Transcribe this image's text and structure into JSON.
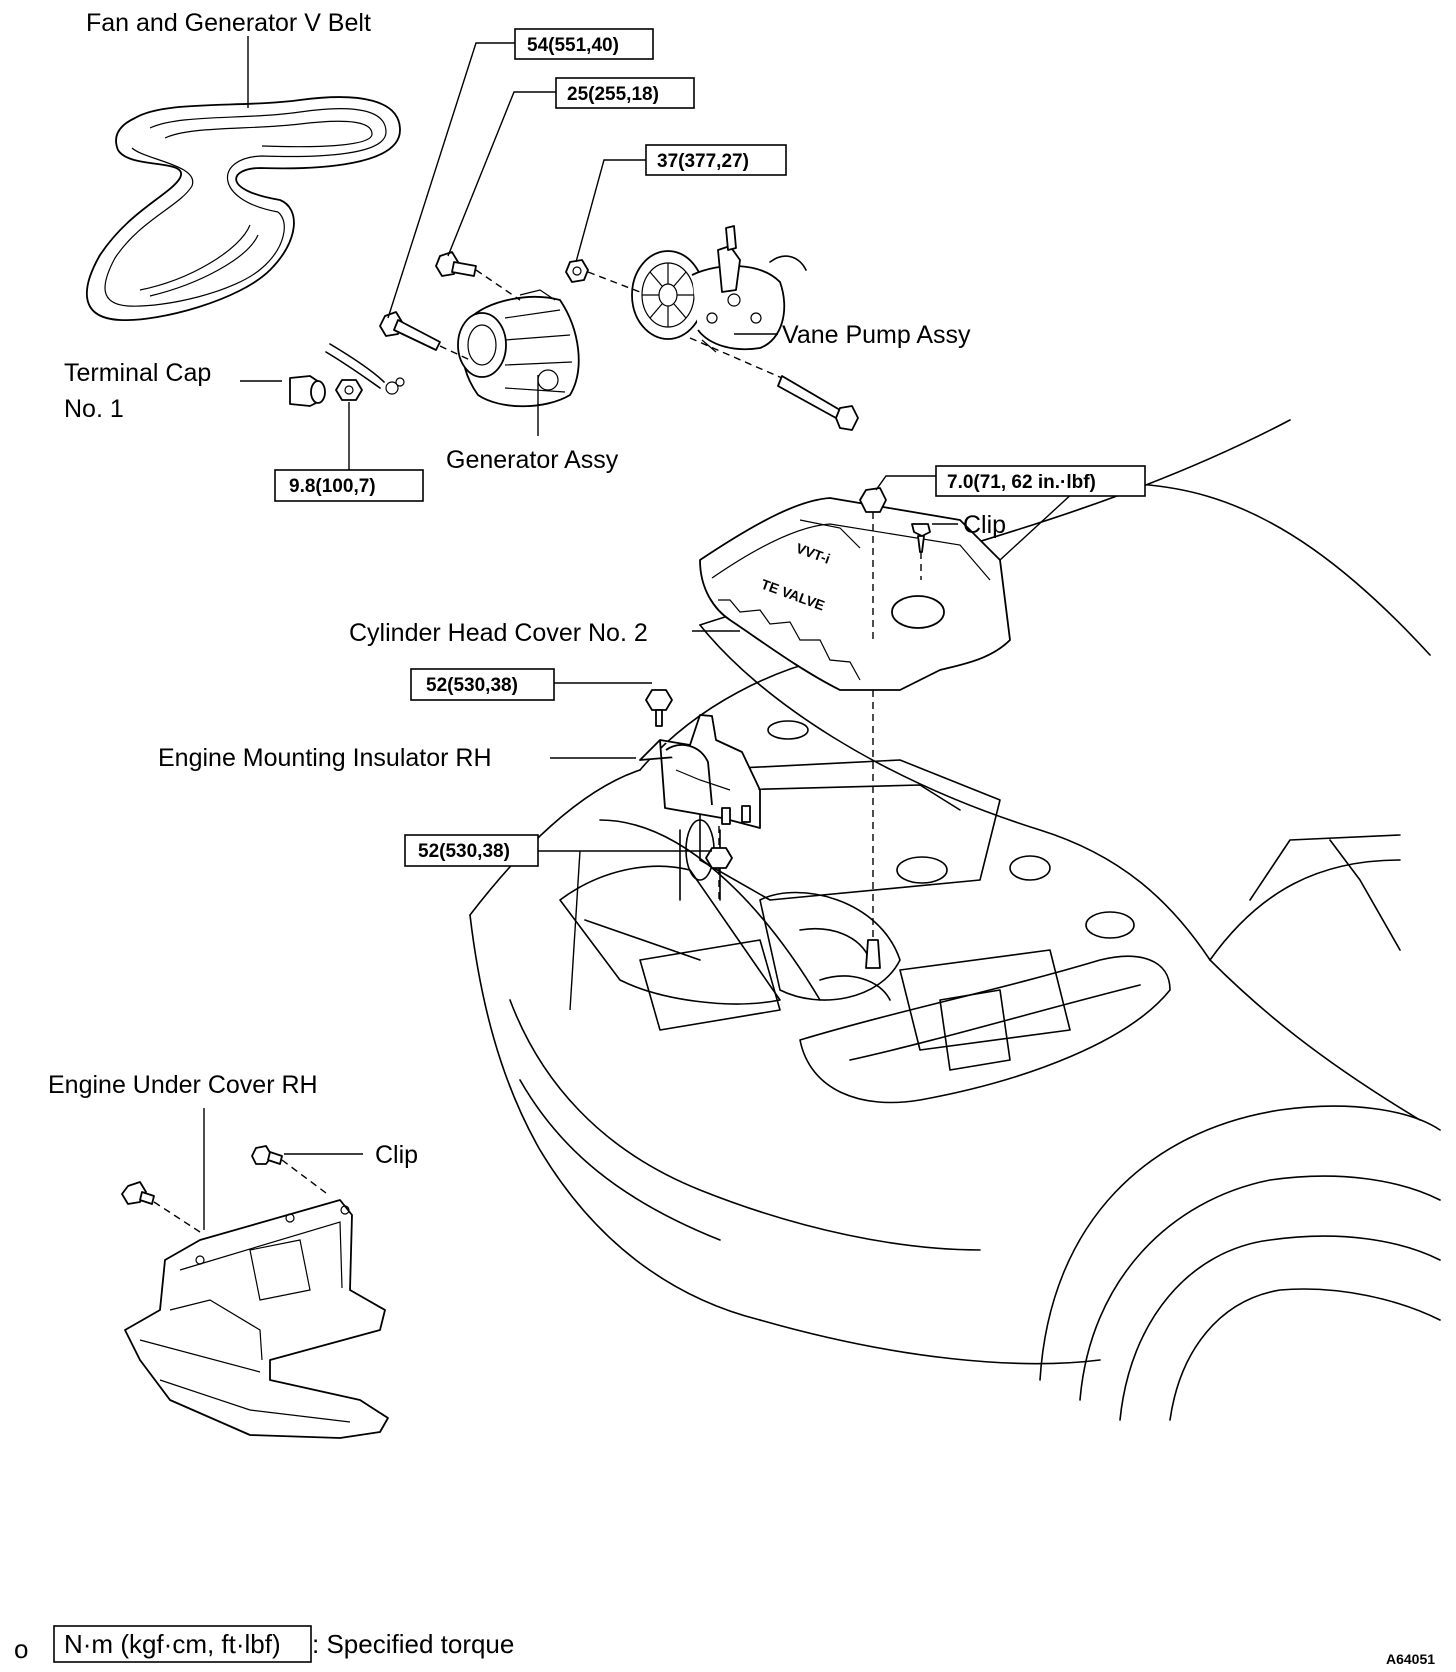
{
  "labels": {
    "belt": "Fan and Generator V Belt",
    "terminal_cap_1": "Terminal Cap",
    "terminal_cap_2": "No. 1",
    "generator": "Generator Assy",
    "vane_pump": "Vane Pump Assy",
    "clip_top": "Clip",
    "head_cover": "Cylinder Head Cover No. 2",
    "mount_insulator": "Engine Mounting Insulator RH",
    "under_cover": "Engine Under Cover RH",
    "clip_bottom": "Clip"
  },
  "torques": {
    "t54": "54(551,40)",
    "t25": "25(255,18)",
    "t37": "37(377,27)",
    "t98": "9.8(100,7)",
    "t70": "7.0(71, 62 in.·lbf)",
    "t52a": "52(530,38)",
    "t52b": "52(530,38)"
  },
  "legend": {
    "bullet": "o",
    "unit": "N·m (kgf·cm, ft·lbf)",
    "text": ": Specified torque"
  },
  "figure_code": "A64051"
}
